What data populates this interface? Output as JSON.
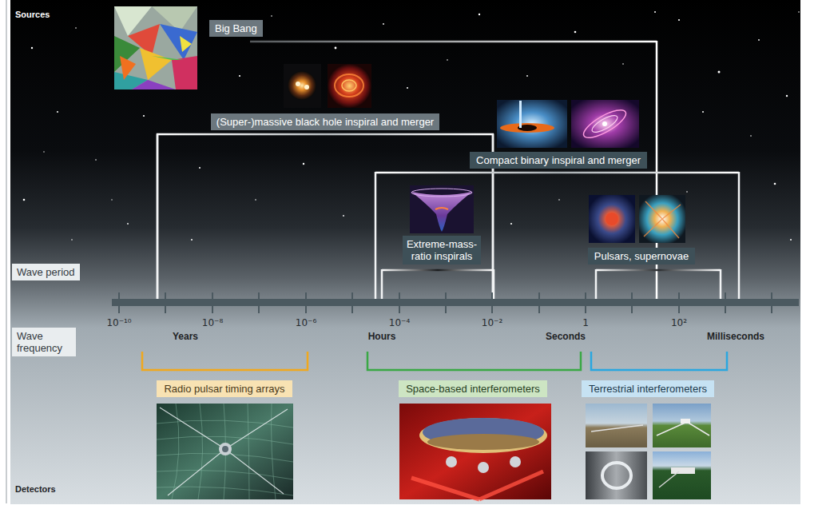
{
  "diagram": {
    "nodes": [
      {
        "text": [
          "Big Bang"
        ]
      },
      {
        "text": [
          "(Super-)massive black hole inspiral and merger"
        ]
      },
      {
        "text": [
          "Compact binary inspiral and merger"
        ]
      },
      {
        "text": [
          "Extreme-mass-ratio inspirals"
        ]
      },
      {
        "text": [
          "Pulsars, supernovae"
        ]
      },
      {
        "text": [
          "Wave period"
        ]
      },
      {
        "text": [
          "Wave frequency"
        ]
      },
      {
        "text": [
          "Radio pulsar timing arrays"
        ]
      },
      {
        "text": [
          "Space-based interferometers"
        ]
      },
      {
        "text": [
          "Terrestrial interferometers"
        ]
      }
    ],
    "labels": [
      "Sources",
      "10⁻¹⁰",
      "10⁻⁸",
      "10⁻⁶",
      "10⁻⁴",
      "10⁻²",
      "1",
      "10²",
      "Years",
      "Hours",
      "Seconds",
      "Milliseconds",
      "Detectors"
    ]
  }
}
